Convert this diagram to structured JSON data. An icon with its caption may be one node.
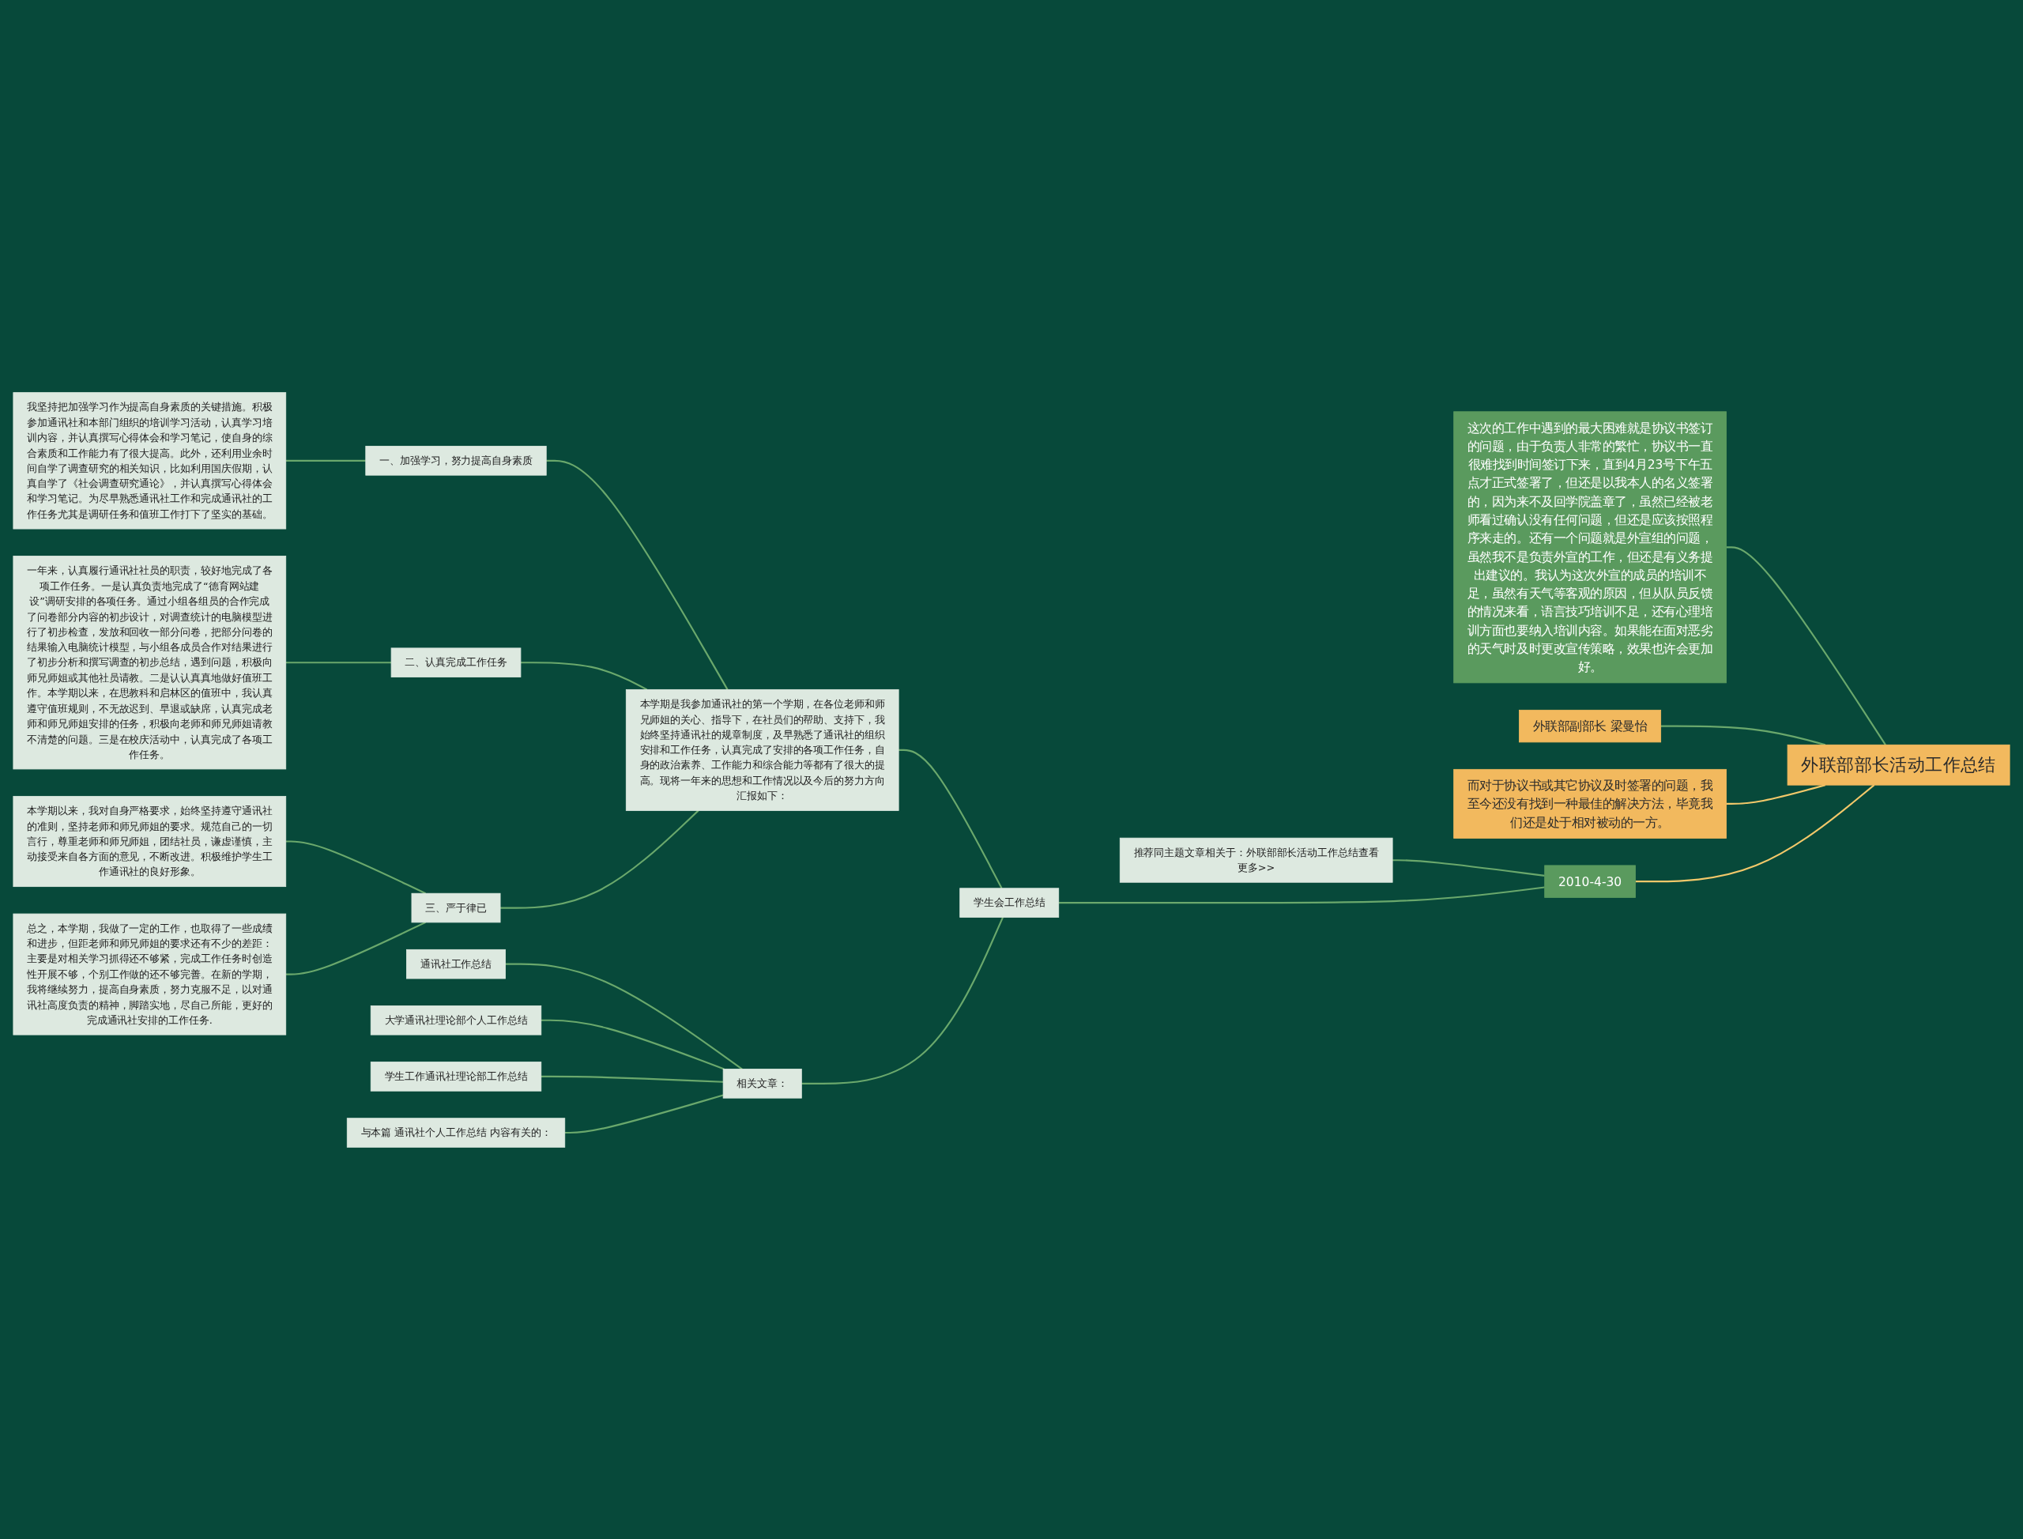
{
  "diagram": {
    "nodes": [
      {
        "text": [
          "外联部部长活动工作总结"
        ]
      },
      {
        "text": [
          "这次的工作中遇到的最大困难就是协议书签订的问题，由于负责人非常的繁忙，协议书一直很难找到时间签订下来，直到4月23号下午五点才正式签署了，但还是以我本人的名义签署的，因为来不及回学院盖章了，虽然已经被老师看过确认没有任何问题，但还是应该按照程序来走的。还有一个问题就是外宣组的问题，虽然我不是负责外宣的工作，但还是有义务提出建议的。我认为这次外宣的成员的培训不足，虽然有天气等客观的原因，但从队员反馈的情况来看，语言技巧培训不足，还有心理培训方面也要纳入培训内容。如果能在面对恶劣的天气时及时更改宣传策略，效果也许会更加好。"
        ]
      },
      {
        "text": [
          "外联部副部长 梁曼怡"
        ]
      },
      {
        "text": [
          "而对于协议书或其它协议及时签署的问题，我至今还没有找到一种最佳的解决方法，毕竟我们还是处于相对被动的一方。"
        ]
      },
      {
        "text": [
          "2010-4-30"
        ]
      },
      {
        "text": [
          "推荐同主题文章相关于：外联部部长活动工作总结查看更多>>"
        ]
      },
      {
        "text": [
          "学生会工作总结"
        ]
      },
      {
        "text": [
          "本学期是我参加通讯社的第一个学期，在各位老师和师兄师姐的关心、指导下，在社员们的帮助、支持下，我始终坚持通讯社的规章制度，及早熟悉了通讯社的组织安排和工作任务，认真完成了安排的各项工作任务，自身的政治素养、工作能力和综合能力等都有了很大的提高。现将一年来的思想和工作情况以及今后的努力方向汇报如下："
        ]
      },
      {
        "text": [
          "一、加强学习，努力提高自身素质"
        ]
      },
      {
        "text": [
          "我坚持把加强学习作为提高自身素质的关键措施。积极参加通讯社和本部门组织的培训学习活动，认真学习培训内容，并认真撰写心得体会和学习笔记，使自身的综合素质和工作能力有了很大提高。此外，还利用业余时间自学了调查研究的相关知识，比如利用国庆假期，认真自学了《社会调查研究通论》，并认真撰写心得体会和学习笔记。为尽早熟悉通讯社工作和完成通讯社的工作任务尤其是调研任务和值班工作打下了坚实的基础。"
        ]
      },
      {
        "text": [
          "二、认真完成工作任务"
        ]
      },
      {
        "text": [
          "一年来，认真履行通讯社社员的职责，较好地完成了各项工作任务。一是认真负责地完成了“德育网站建设”调研安排的各项任务。通过小组各组员的合作完成了问卷部分内容的初步设计，对调查统计的电脑模型进行了初步检查，发放和回收一部分问卷，把部分问卷的结果输入电脑统计模型，与小组各成员合作对结果进行了初步分析和撰写调查的初步总结，遇到问题，积极向师兄师姐或其他社员请教。二是认认真真地做好值班工作。本学期以来，在思教科和启林区的值班中，我认真遵守值班规则，不无故迟到、早退或缺席，认真完成老师和师兄师姐安排的任务，积极向老师和师兄师姐请教不清楚的问题。三是在校庆活动中，认真完成了各项工作任务。"
        ]
      },
      {
        "text": [
          "三、严于律已"
        ]
      },
      {
        "text": [
          "本学期以来，我对自身严格要求，始终坚持遵守通讯社的准则，坚持老师和师兄师姐的要求。规范自己的一切言行，尊重老师和师兄师姐，团结社员，谦虚谨慎，主动接受来自各方面的意见，不断改进。积极维护学生工作通讯社的良好形象。"
        ]
      },
      {
        "text": [
          "总之，本学期，我做了一定的工作，也取得了一些成绩和进步，但距老师和师兄师姐的要求还有不少的差距：主要是对相关学习抓得还不够紧，完成工作任务时创造性开展不够，个别工作做的还不够完善。在新的学期，我将继续努力，提高自身素质，努力克服不足，以对通讯社高度负责的精神，脚踏实地，尽自己所能，更好的完成通讯社安排的工作任务."
        ]
      },
      {
        "text": [
          "相关文章："
        ]
      },
      {
        "text": [
          "通讯社工作总结"
        ]
      },
      {
        "text": [
          "大学通讯社理论部个人工作总结"
        ]
      },
      {
        "text": [
          "学生工作通讯社理论部工作总结"
        ]
      },
      {
        "text": [
          "与本篇 通讯社个人工作总结 内容有关的："
        ]
      }
    ],
    "edges": [
      {
        "from": 0,
        "to": 1,
        "arrow": "none"
      },
      {
        "from": 0,
        "to": 2,
        "arrow": "none"
      },
      {
        "from": 0,
        "to": 3,
        "arrow": "none",
        "color": "#f2c86a"
      },
      {
        "from": 0,
        "to": 4,
        "arrow": "none",
        "color": "#f2c86a"
      },
      {
        "from": 4,
        "to": 5,
        "arrow": "none"
      },
      {
        "from": 4,
        "to": 6,
        "arrow": "none"
      },
      {
        "from": 6,
        "to": 7,
        "arrow": "none"
      },
      {
        "from": 7,
        "to": 8,
        "arrow": "none"
      },
      {
        "from": 8,
        "to": 9,
        "arrow": "none"
      },
      {
        "from": 7,
        "to": 10,
        "arrow": "none"
      },
      {
        "from": 10,
        "to": 11,
        "arrow": "none"
      },
      {
        "from": 7,
        "to": 12,
        "arrow": "none"
      },
      {
        "from": 12,
        "to": 13,
        "arrow": "none"
      },
      {
        "from": 12,
        "to": 14,
        "arrow": "none"
      },
      {
        "from": 6,
        "to": 15,
        "arrow": "none"
      },
      {
        "from": 15,
        "to": 16,
        "arrow": "none"
      },
      {
        "from": 15,
        "to": 17,
        "arrow": "none"
      },
      {
        "from": 15,
        "to": 18,
        "arrow": "none"
      },
      {
        "from": 15,
        "to": 19,
        "arrow": "none"
      }
    ]
  }
}
